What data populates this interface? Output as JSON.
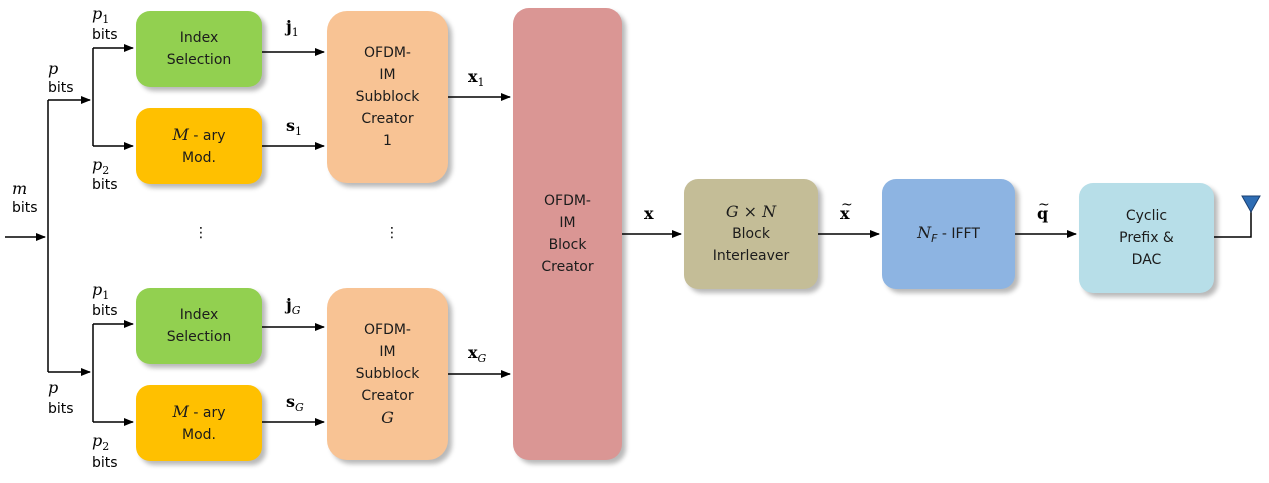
{
  "blocks": {
    "index_sel_1": [
      "Index",
      "Selection"
    ],
    "mary_mod_1": [
      "- ary",
      "Mod."
    ],
    "subblock_1": [
      "OFDM-",
      "IM",
      "Subblock",
      "Creator",
      "1"
    ],
    "index_sel_G": [
      "Index",
      "Selection"
    ],
    "mary_mod_G": [
      "- ary",
      "Mod."
    ],
    "subblock_G": [
      "OFDM-",
      "IM",
      "Subblock",
      "Creator"
    ],
    "block_creator": [
      "OFDM-",
      "IM",
      "Block",
      "Creator"
    ],
    "interleaver": [
      "Block",
      "Interleaver"
    ],
    "ifft": "- IFFT",
    "cyclic_prefix": [
      "Cyclic",
      "Prefix &",
      "DAC"
    ]
  },
  "symbols": {
    "M": "M",
    "G": "G",
    "GxN": "G × N",
    "N": "N",
    "F": "F",
    "m": "m",
    "p": "p",
    "p1_sub": "1",
    "p2_sub": "2",
    "bits": "bits",
    "j": "j",
    "s": "s",
    "x": "x",
    "q": "q",
    "tilde": "~",
    "one": "1",
    "dots": "⋮"
  }
}
